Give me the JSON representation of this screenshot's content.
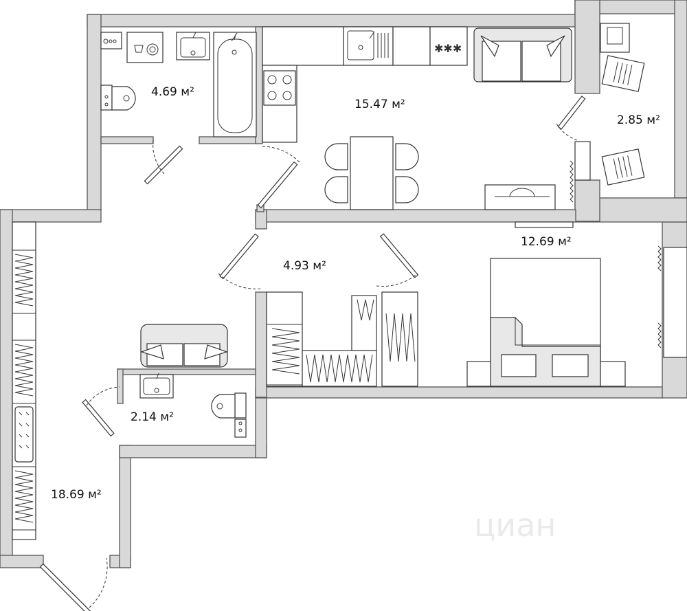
{
  "rooms": [
    {
      "id": "bathroom",
      "area": "4.69 м²"
    },
    {
      "id": "kitchen-living",
      "area": "15.47 м²"
    },
    {
      "id": "balcony",
      "area": "2.85 м²"
    },
    {
      "id": "bedroom",
      "area": "12.69 м²"
    },
    {
      "id": "corridor",
      "area": "4.93 м²"
    },
    {
      "id": "wc",
      "area": "2.14 м²"
    },
    {
      "id": "hall",
      "area": "18.69 м²"
    }
  ],
  "watermark": "циан",
  "colors": {
    "wall": "#d9d9d9",
    "outline": "#333333",
    "background": "#ffffff"
  }
}
